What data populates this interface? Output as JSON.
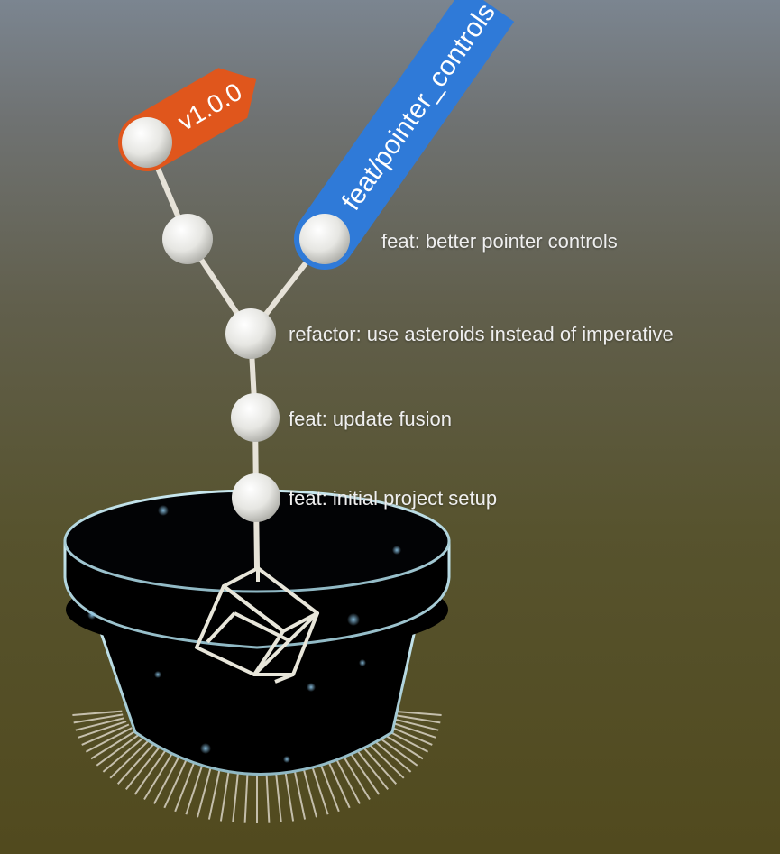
{
  "branch": {
    "name": "feat/pointer_controls",
    "color": "#2f7ad8"
  },
  "tag": {
    "name": "v1.0.0",
    "color": "#e0561c"
  },
  "commits": [
    {
      "message": "feat: better pointer controls"
    },
    {
      "message": "refactor: use asteroids instead of imperative"
    },
    {
      "message": "feat: update fusion"
    },
    {
      "message": "feat: initial project setup"
    }
  ],
  "colors": {
    "node": "#efefec",
    "pot_rim": "#b9dde6",
    "pot_interior": "#000000",
    "edge": "#e6e2d8"
  }
}
